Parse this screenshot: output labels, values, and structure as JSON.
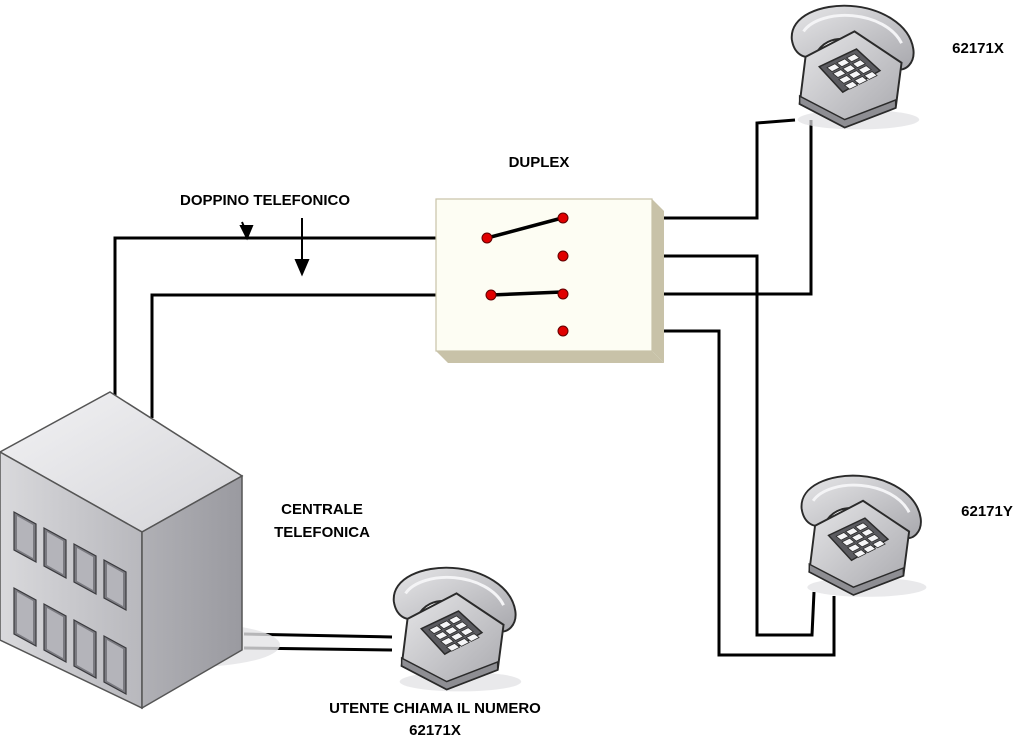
{
  "labels": {
    "duplex": "DUPLEX",
    "doppino": "DOPPINO TELEFONICO",
    "centrale_line1": "CENTRALE",
    "centrale_line2": "TELEFONICA",
    "phone_x": "62171X",
    "phone_y": "62171Y",
    "utente_line1": "UTENTE CHIAMA IL NUMERO",
    "utente_line2": "62171X"
  },
  "colors": {
    "wire": "#000000",
    "contact": "#e00000",
    "duplex_box": "#fdfdf3",
    "duplex_shadow": "#c8c2a8",
    "building_front": "#c9c9cc",
    "building_side": "#a9a9ae",
    "building_top": "#e6e6e8",
    "phone_body": "#d4d4d6",
    "phone_dark": "#8a8a8e"
  },
  "icons": {
    "building": "building-icon",
    "phone": "telephone-icon"
  }
}
